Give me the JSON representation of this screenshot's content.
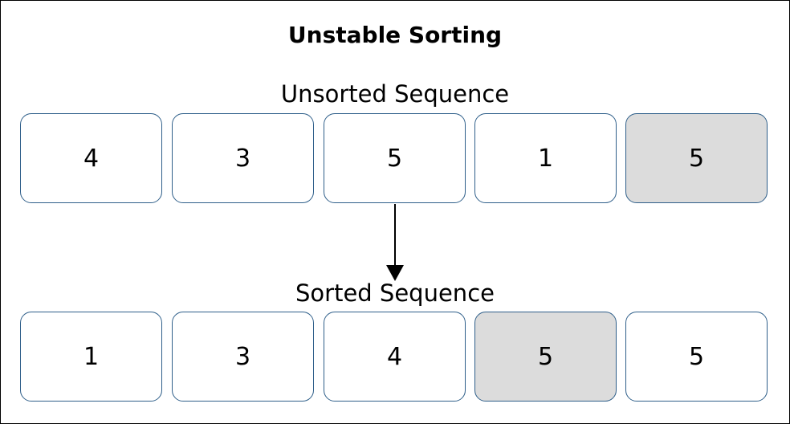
{
  "title": "Unstable Sorting",
  "unsorted": {
    "label": "Unsorted Sequence",
    "items": [
      {
        "value": "4",
        "highlight": false
      },
      {
        "value": "3",
        "highlight": false
      },
      {
        "value": "5",
        "highlight": false
      },
      {
        "value": "1",
        "highlight": false
      },
      {
        "value": "5",
        "highlight": true
      }
    ]
  },
  "sorted": {
    "label": "Sorted Sequence",
    "items": [
      {
        "value": "1",
        "highlight": false
      },
      {
        "value": "3",
        "highlight": false
      },
      {
        "value": "4",
        "highlight": false
      },
      {
        "value": "5",
        "highlight": true
      },
      {
        "value": "5",
        "highlight": false
      }
    ]
  },
  "colors": {
    "border": "#2f5f8a",
    "highlight_fill": "#dcdcdc",
    "arrow": "#000000"
  }
}
